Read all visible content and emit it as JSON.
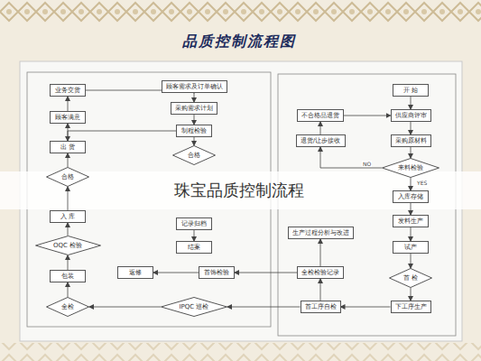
{
  "diagram": {
    "title": "品质控制流程图",
    "caption": "珠宝品质控制流程",
    "nodes": [
      {
        "text": [
          "业务交货"
        ]
      },
      {
        "text": [
          "顾客满意"
        ]
      },
      {
        "text": [
          "出 货"
        ]
      },
      {
        "text": [
          "合格"
        ]
      },
      {
        "text": [
          "入 库"
        ]
      },
      {
        "text": [
          "OQC 检验"
        ]
      },
      {
        "text": [
          "包装"
        ]
      },
      {
        "text": [
          "全检"
        ]
      },
      {
        "text": [
          "顾客需求及订单确认"
        ]
      },
      {
        "text": [
          "采购需求计划"
        ]
      },
      {
        "text": [
          "制程检验"
        ]
      },
      {
        "text": [
          "合格"
        ]
      },
      {
        "text": [
          "记录归档"
        ]
      },
      {
        "text": [
          "结案"
        ]
      },
      {
        "text": [
          "返修"
        ]
      },
      {
        "text": [
          "首饰检验"
        ]
      },
      {
        "text": [
          "全检检验记录"
        ]
      },
      {
        "text": [
          "生产过程分析与改进"
        ]
      },
      {
        "text": [
          "IPQC 巡检"
        ]
      },
      {
        "text": [
          "首工序自检"
        ]
      },
      {
        "text": [
          "下工序生产"
        ]
      },
      {
        "text": [
          "开 始"
        ]
      },
      {
        "text": [
          "供应商评审"
        ]
      },
      {
        "text": [
          "采购原材料"
        ]
      },
      {
        "text": [
          "来料检验"
        ]
      },
      {
        "text": [
          "入库存储"
        ]
      },
      {
        "text": [
          "发料生产"
        ]
      },
      {
        "text": [
          "试产"
        ]
      },
      {
        "text": [
          "首 检"
        ]
      },
      {
        "text": [
          "不合格品退货"
        ]
      },
      {
        "text": [
          "退货/让步接收"
        ]
      }
    ],
    "edges": [
      {
        "from": 21,
        "to": 22,
        "arrow": "to"
      },
      {
        "from": 22,
        "to": 23,
        "arrow": "to"
      },
      {
        "from": 23,
        "to": 24,
        "arrow": "to"
      },
      {
        "from": 24,
        "to": 25,
        "label": "YES",
        "arrow": "to"
      },
      {
        "from": 24,
        "to": 30,
        "label": "NO",
        "arrow": "to"
      },
      {
        "from": 30,
        "to": 29,
        "arrow": "to"
      },
      {
        "from": 29,
        "to": 22,
        "arrow": "to"
      },
      {
        "from": 25,
        "to": 26,
        "arrow": "to"
      },
      {
        "from": 26,
        "to": 27,
        "arrow": "to"
      },
      {
        "from": 27,
        "to": 28,
        "arrow": "to"
      },
      {
        "from": 28,
        "to": 20,
        "arrow": "to"
      },
      {
        "from": 20,
        "to": 19,
        "arrow": "to"
      },
      {
        "from": 19,
        "to": 18,
        "arrow": "to"
      },
      {
        "from": 19,
        "to": 16,
        "arrow": "to"
      },
      {
        "from": 16,
        "to": 17,
        "arrow": "to"
      },
      {
        "from": 16,
        "to": 15,
        "arrow": "to"
      },
      {
        "from": 15,
        "to": 14,
        "arrow": "to"
      },
      {
        "from": 18,
        "to": 7,
        "arrow": "to"
      },
      {
        "from": 7,
        "to": 6,
        "arrow": "to"
      },
      {
        "from": 6,
        "to": 5,
        "arrow": "to"
      },
      {
        "from": 5,
        "to": 4,
        "arrow": "to"
      },
      {
        "from": 4,
        "to": 3,
        "arrow": "to"
      },
      {
        "from": 3,
        "to": 2,
        "arrow": "to"
      },
      {
        "from": 2,
        "to": 1,
        "arrow": "to"
      },
      {
        "from": 1,
        "to": 0,
        "arrow": "to"
      },
      {
        "from": 0,
        "to": 8,
        "arrow": "to"
      },
      {
        "from": 8,
        "to": 9,
        "arrow": "to"
      },
      {
        "from": 9,
        "to": 10,
        "arrow": "to"
      },
      {
        "from": 10,
        "to": 11,
        "arrow": "to"
      },
      {
        "from": 10,
        "to": 2,
        "arrow": "to"
      },
      {
        "from": 12,
        "to": 13,
        "arrow": "to"
      }
    ]
  }
}
